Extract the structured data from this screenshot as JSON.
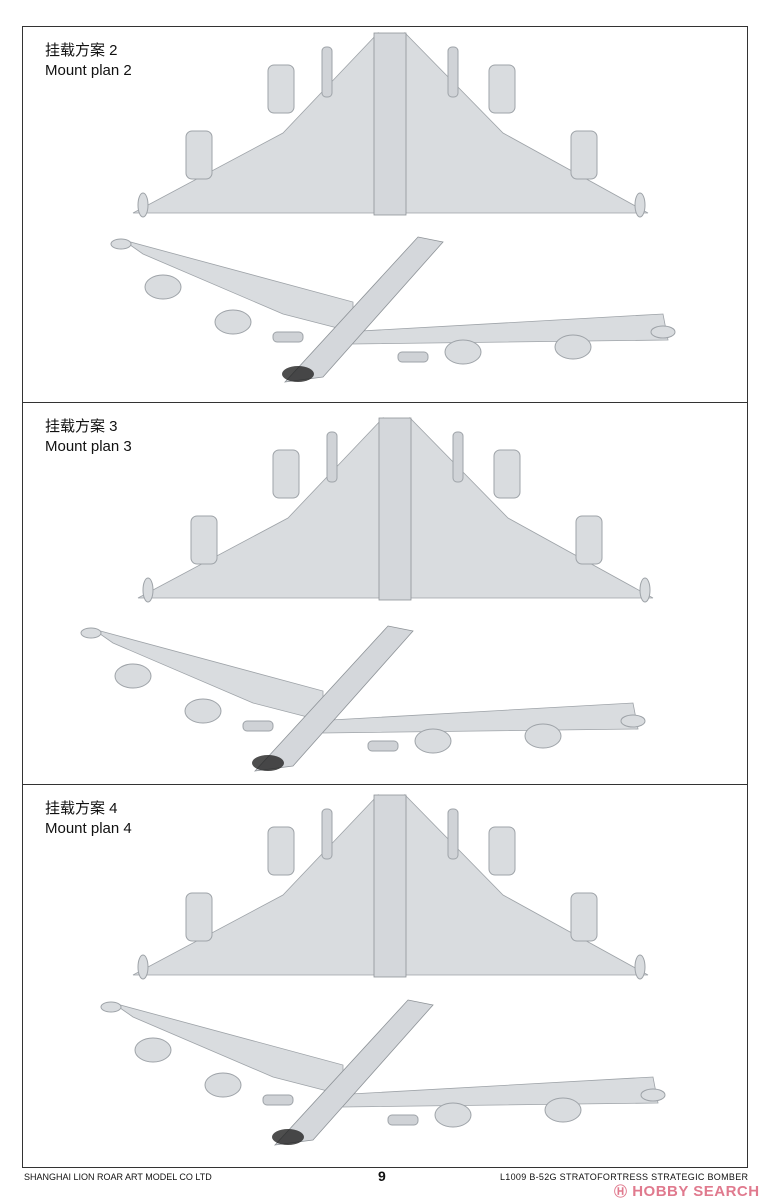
{
  "panels": [
    {
      "label_cn": "挂载方案 2",
      "label_en": "Mount plan 2"
    },
    {
      "label_cn": "挂载方案 3",
      "label_en": "Mount plan 3"
    },
    {
      "label_cn": "挂载方案 4",
      "label_en": "Mount plan 4"
    }
  ],
  "footer": {
    "company": "SHANGHAI LION ROAR ART MODEL CO LTD",
    "page_number": "9",
    "model_info": "L1009   B-52G   STRATOFORTRESS   STRATEGIC   BOMBER"
  },
  "watermark": {
    "text": "HOBBY SEARCH",
    "symbol": "Ⓗ"
  },
  "colors": {
    "aircraft_fill": "#d9dcdf",
    "aircraft_stroke": "#9ea3a8",
    "border": "#333333",
    "watermark": "#e07a8e"
  }
}
